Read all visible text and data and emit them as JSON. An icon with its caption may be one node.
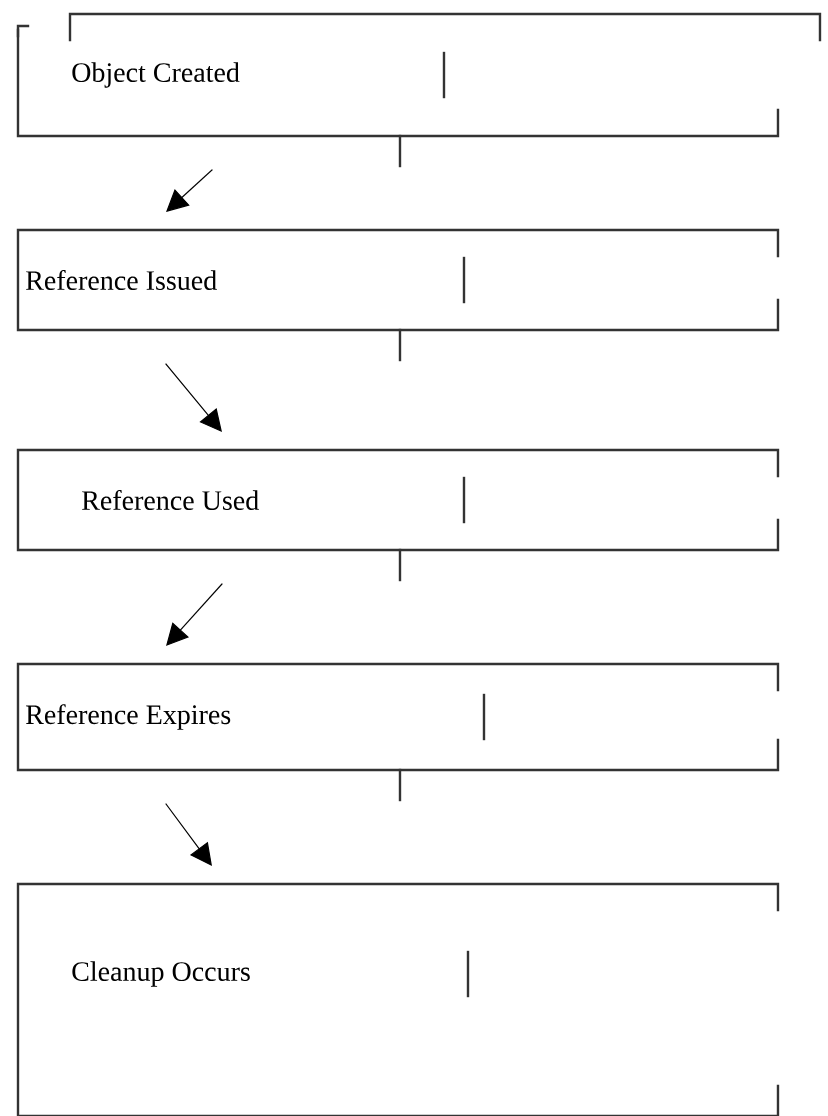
{
  "diagram": {
    "nodes": [
      {
        "text": [
          "Object Created"
        ]
      },
      {
        "text": [
          "Reference Issued"
        ]
      },
      {
        "text": [
          "Reference Used"
        ]
      },
      {
        "text": [
          "Reference Expires"
        ]
      },
      {
        "text": [
          "Cleanup Occurs"
        ]
      }
    ],
    "edges": [
      {
        "from": 0,
        "to": 1,
        "arrow": "to"
      },
      {
        "from": 1,
        "to": 2,
        "arrow": "to"
      },
      {
        "from": 2,
        "to": 3,
        "arrow": "to"
      },
      {
        "from": 3,
        "to": 4,
        "arrow": "to"
      }
    ]
  }
}
